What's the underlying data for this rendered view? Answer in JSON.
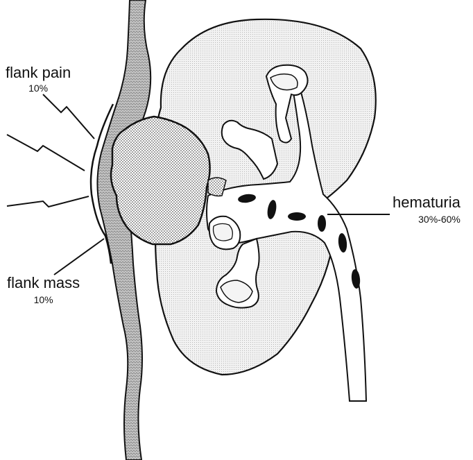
{
  "labels": {
    "flank_pain": {
      "name": "flank pain",
      "percent": "10%"
    },
    "flank_mass": {
      "name": "flank mass",
      "percent": "10%"
    },
    "hematuria": {
      "name": "hematuria",
      "percent": "30%-60%"
    }
  },
  "colors": {
    "line": "#111111",
    "kidney_fill": "#e4e4e4",
    "body_wall": "#b8b8b8",
    "tumor_fill": "#9a9a9a",
    "background": "#ffffff"
  }
}
